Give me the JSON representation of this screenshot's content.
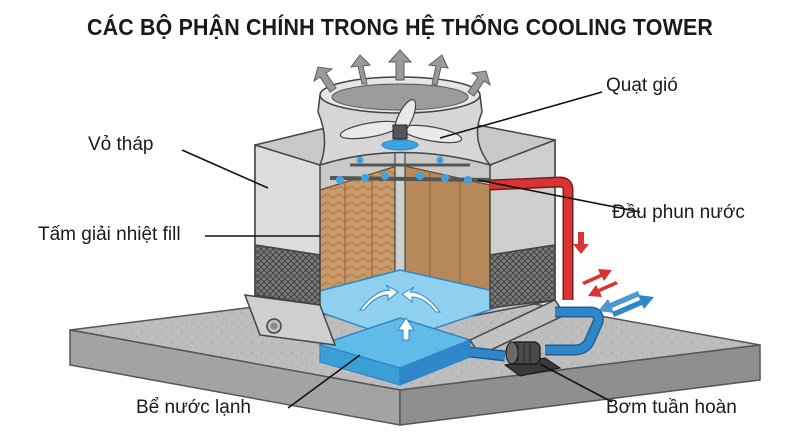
{
  "title": "CÁC BỘ PHẬN CHÍNH TRONG HỆ THỐNG COOLING TOWER",
  "labels": {
    "fan": "Quạt gió",
    "shell": "Vỏ tháp",
    "nozzle": "Đầu phun nước",
    "fill": "Tấm giải nhiệt fill",
    "basin": "Bể nước lạnh",
    "pump": "Bơm tuần hoàn"
  },
  "colors": {
    "hot_water": "#d93434",
    "cold_water": "#2f86c9",
    "basin_water": "#6ec3ea",
    "fill_media": "#c99a67",
    "casing": "#d9d9d9",
    "base": "#b9b9b9"
  },
  "icons": [
    "exhaust-arrow-icon",
    "fan-blade-icon",
    "spray-nozzle-icon",
    "circulation-arrow-icon",
    "pump-icon"
  ]
}
